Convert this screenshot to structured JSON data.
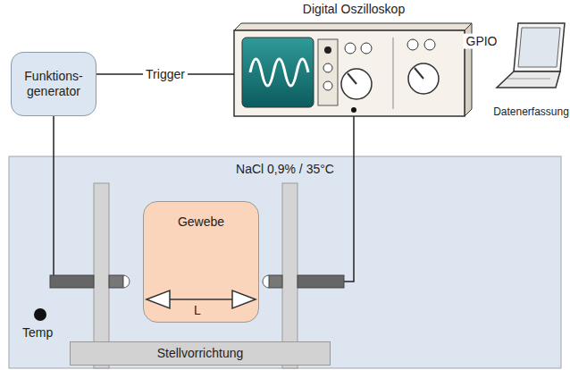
{
  "diagram": {
    "nodes": [
      {
        "text": [
          "Digital Oszilloskop"
        ]
      },
      {
        "text": [
          "Funktions- generator"
        ]
      },
      {
        "text": [
          "Datenerfassung"
        ]
      },
      {
        "text": [
          "NaCl 0,9% / 35°C"
        ]
      },
      {
        "text": [
          "Gewebe"
        ],
        "in": 3
      },
      {
        "text": [
          "Stellvorrichtung"
        ],
        "in": 3
      }
    ],
    "edges": [
      {
        "from": 1,
        "to": 0,
        "label": "Trigger",
        "arrow": "none"
      },
      {
        "from": 0,
        "to": 2,
        "label": "GPIO",
        "arrow": "none"
      }
    ],
    "labels": [
      "L",
      "Temp"
    ]
  }
}
